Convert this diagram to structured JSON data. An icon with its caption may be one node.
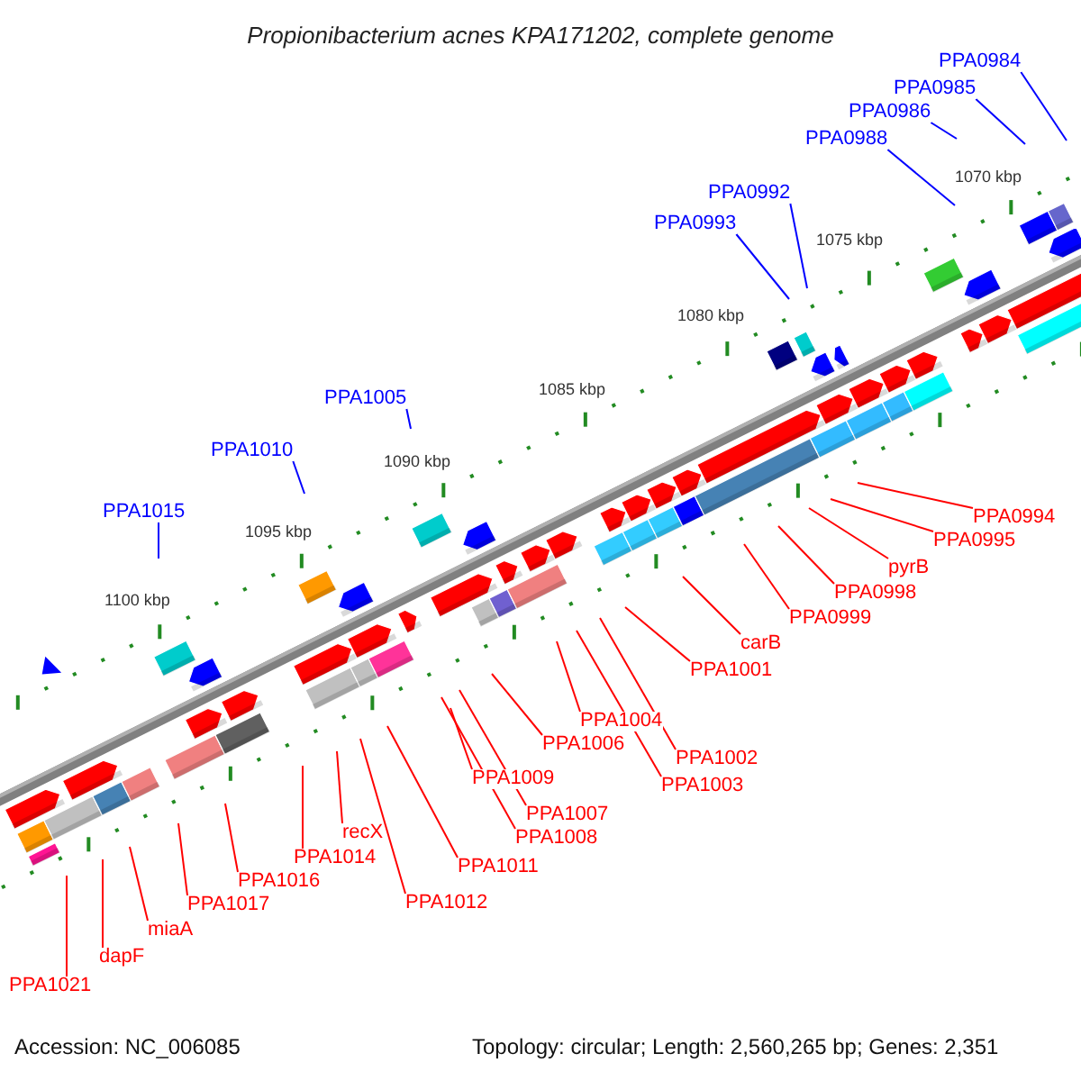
{
  "diagram": {
    "title": "Propionibacterium acnes KPA171202, complete genome",
    "nodes": [
      {
        "text": [
          "PPA0984"
        ]
      },
      {
        "text": [
          "PPA0985"
        ]
      },
      {
        "text": [
          "PPA0986"
        ]
      },
      {
        "text": [
          "PPA0988"
        ]
      },
      {
        "text": [
          "PPA0992"
        ]
      },
      {
        "text": [
          "PPA0993"
        ]
      },
      {
        "text": [
          "PPA1005"
        ]
      },
      {
        "text": [
          "PPA1010"
        ]
      },
      {
        "text": [
          "PPA1015"
        ]
      },
      {
        "text": [
          "PPA0994"
        ]
      },
      {
        "text": [
          "PPA0995"
        ]
      },
      {
        "text": [
          "pyrB"
        ]
      },
      {
        "text": [
          "PPA0998"
        ]
      },
      {
        "text": [
          "PPA0999"
        ]
      },
      {
        "text": [
          "carB"
        ]
      },
      {
        "text": [
          "PPA1001"
        ]
      },
      {
        "text": [
          "PPA1004"
        ]
      },
      {
        "text": [
          "PPA1006"
        ]
      },
      {
        "text": [
          "PPA1002"
        ]
      },
      {
        "text": [
          "PPA1009"
        ]
      },
      {
        "text": [
          "PPA1003"
        ]
      },
      {
        "text": [
          "PPA1007"
        ]
      },
      {
        "text": [
          "recX"
        ]
      },
      {
        "text": [
          "PPA1008"
        ]
      },
      {
        "text": [
          "PPA1014"
        ]
      },
      {
        "text": [
          "PPA1011"
        ]
      },
      {
        "text": [
          "PPA1016"
        ]
      },
      {
        "text": [
          "PPA1012"
        ]
      },
      {
        "text": [
          "PPA1017"
        ]
      },
      {
        "text": [
          "miaA"
        ]
      },
      {
        "text": [
          "dapF"
        ]
      },
      {
        "text": [
          "PPA1021"
        ]
      }
    ],
    "edges": [
      {
        "from": 0,
        "to": null,
        "arrow": "none",
        "color": "#0000ff"
      },
      {
        "from": 1,
        "to": null,
        "arrow": "none",
        "color": "#0000ff"
      },
      {
        "from": 2,
        "to": null,
        "arrow": "none",
        "color": "#0000ff"
      },
      {
        "from": 3,
        "to": null,
        "arrow": "none",
        "color": "#0000ff"
      },
      {
        "from": 4,
        "to": null,
        "arrow": "none",
        "color": "#0000ff"
      },
      {
        "from": 5,
        "to": null,
        "arrow": "none",
        "color": "#0000ff"
      },
      {
        "from": 6,
        "to": null,
        "arrow": "none",
        "color": "#0000ff"
      },
      {
        "from": 7,
        "to": null,
        "arrow": "none",
        "color": "#0000ff"
      },
      {
        "from": 8,
        "to": null,
        "arrow": "none",
        "color": "#0000ff"
      },
      {
        "from": 9,
        "to": null,
        "arrow": "none"
      },
      {
        "from": 10,
        "to": null,
        "arrow": "none"
      },
      {
        "from": 11,
        "to": null,
        "arrow": "none"
      },
      {
        "from": 12,
        "to": null,
        "arrow": "none"
      },
      {
        "from": 13,
        "to": null,
        "arrow": "none"
      },
      {
        "from": 14,
        "to": null,
        "arrow": "none"
      },
      {
        "from": 15,
        "to": null,
        "arrow": "none"
      },
      {
        "from": 16,
        "to": null,
        "arrow": "none"
      },
      {
        "from": 17,
        "to": null,
        "arrow": "none"
      },
      {
        "from": 18,
        "to": null,
        "arrow": "none"
      },
      {
        "from": 19,
        "to": null,
        "arrow": "none"
      },
      {
        "from": 20,
        "to": null,
        "arrow": "none"
      },
      {
        "from": 21,
        "to": null,
        "arrow": "none"
      },
      {
        "from": 22,
        "to": null,
        "arrow": "none"
      },
      {
        "from": 23,
        "to": null,
        "arrow": "none"
      },
      {
        "from": 24,
        "to": null,
        "arrow": "none"
      },
      {
        "from": 25,
        "to": null,
        "arrow": "none"
      },
      {
        "from": 26,
        "to": null,
        "arrow": "none"
      },
      {
        "from": 27,
        "to": null,
        "arrow": "none"
      },
      {
        "from": 28,
        "to": null,
        "arrow": "none"
      },
      {
        "from": 29,
        "to": null,
        "arrow": "none"
      },
      {
        "from": 30,
        "to": null,
        "arrow": "none"
      },
      {
        "from": 31,
        "to": null,
        "arrow": "none"
      }
    ],
    "labels": [
      "1070 kbp",
      "1075 kbp",
      "1080 kbp",
      "1085 kbp",
      "1090 kbp",
      "1095 kbp",
      "1100 kbp",
      "Accession: NC_006085",
      "Topology: circular; Length: 2,560,265 bp; Genes: 2,351"
    ]
  }
}
